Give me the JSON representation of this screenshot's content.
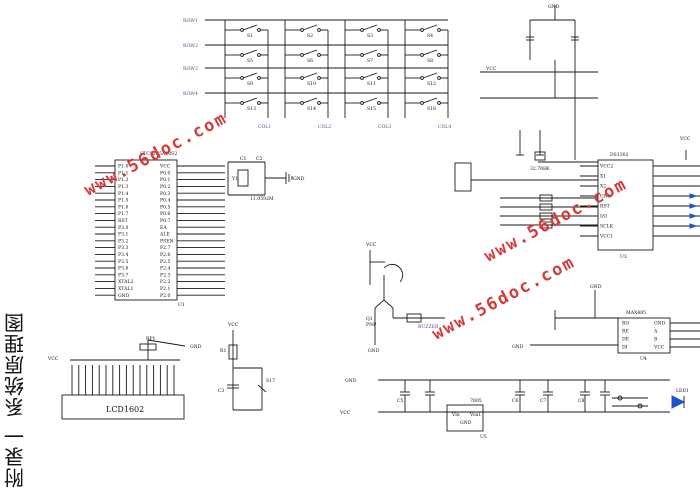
{
  "appendix": {
    "label": "附录一",
    "title": "系统原理图"
  },
  "watermark": {
    "text": "www.56doc.com",
    "color": "#d63a3a"
  },
  "keypad": {
    "row_nets": [
      "ROW1",
      "ROW2",
      "ROW3",
      "ROW4"
    ],
    "col_nets": [
      "COL1",
      "COL2",
      "COL3",
      "COL4"
    ],
    "key_labels": [
      "S1",
      "S2",
      "S3",
      "S4",
      "S5",
      "S6",
      "S7",
      "S8",
      "S9",
      "S10",
      "S11",
      "S12",
      "S13",
      "S14",
      "S15",
      "S16"
    ]
  },
  "mcu": {
    "ref": "U1",
    "part": "STC12C5A60S2",
    "left_pins": [
      "P1.0",
      "P1.1",
      "P1.2",
      "P1.3",
      "P1.4",
      "P1.5",
      "P1.6",
      "P1.7",
      "RST",
      "P3.0",
      "P3.1",
      "P3.2",
      "P3.3",
      "P3.4",
      "P3.5",
      "P3.6",
      "P3.7",
      "XTAL2",
      "XTAL1",
      "GND"
    ],
    "right_pins": [
      "VCC",
      "P0.0",
      "P0.1",
      "P0.2",
      "P0.3",
      "P0.4",
      "P0.5",
      "P0.6",
      "P0.7",
      "EA",
      "ALE",
      "PSEN",
      "P2.7",
      "P2.6",
      "P2.5",
      "P2.4",
      "P2.3",
      "P2.2",
      "P2.1",
      "P2.0"
    ]
  },
  "crystal": {
    "ref": "Y1",
    "value": "11.0592M",
    "cap1": "C1",
    "cap2": "C2",
    "gnd": "GND"
  },
  "rtc": {
    "ref": "U3",
    "part": "DS1302",
    "pins": [
      "VCC2",
      "X1",
      "X2",
      "GND",
      "RST",
      "I/O",
      "SCLK",
      "VCC1"
    ],
    "crystal": "32.768K"
  },
  "rs485": {
    "ref": "U4",
    "part": "MAX485",
    "pins": [
      "RO",
      "RE",
      "DE",
      "DI",
      "GND",
      "A",
      "B",
      "VCC"
    ]
  },
  "transistor": {
    "ref": "Q1",
    "type": "PNP",
    "net": "BUZZER"
  },
  "lcd": {
    "ref": "LCD1602",
    "label": "LCD1602",
    "pot": "RP1",
    "vcc": "VCC",
    "gnd": "GND"
  },
  "reset": {
    "ref": "R1",
    "cap": "C3",
    "button": "S17",
    "vcc": "VCC"
  },
  "regulator": {
    "ref": "U5",
    "part": "7805",
    "pins": [
      "Vin",
      "GND",
      "Vout"
    ],
    "caps": [
      "C5",
      "C6",
      "C7",
      "C8"
    ],
    "led": "LED1",
    "vcc": "VCC"
  },
  "power_labels": {
    "vcc": "VCC",
    "gnd": "GND"
  }
}
